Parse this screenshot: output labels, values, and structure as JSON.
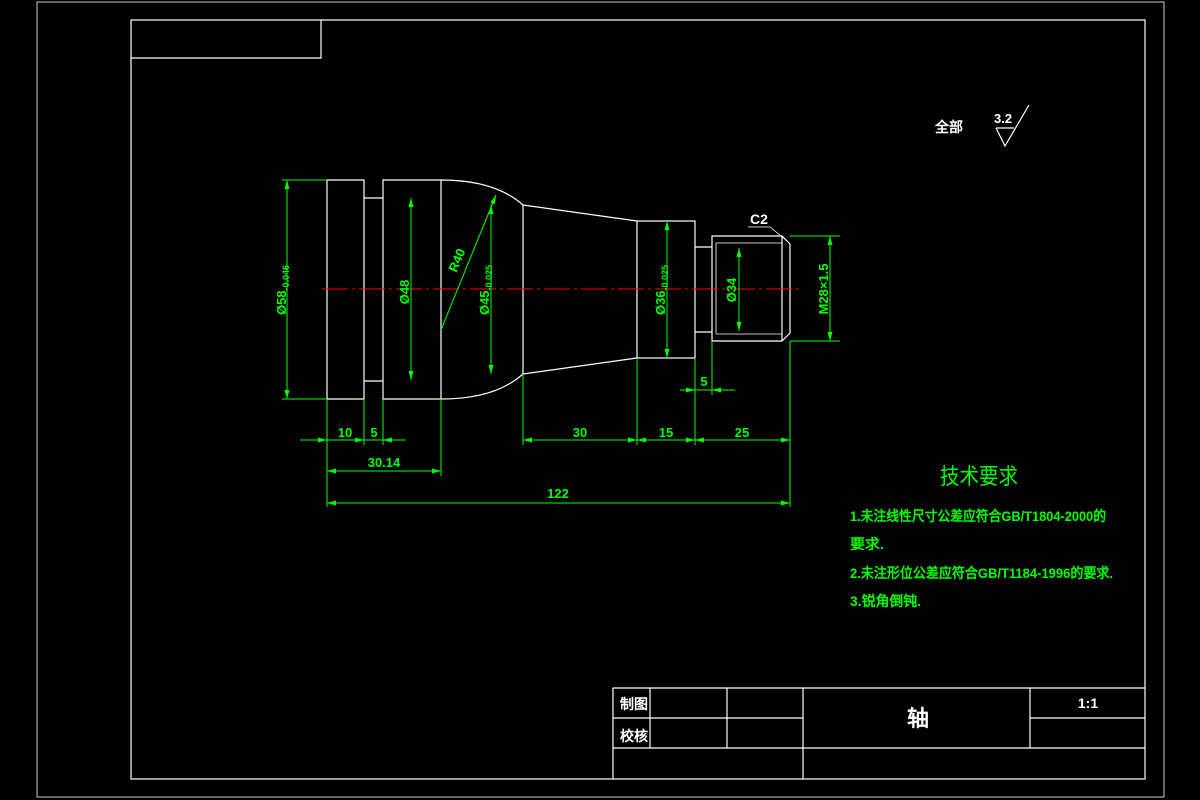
{
  "drawing": {
    "background_color": "#000000",
    "outline_color": "#ffffff",
    "dimension_color": "#00ff00",
    "centerline_color": "#ff0000"
  },
  "surface_roughness": {
    "scope": "全部",
    "value": "3.2"
  },
  "dimensions": {
    "flange_diameter": {
      "nominal": "Ø58",
      "tolerance": "-0.046"
    },
    "groove_diameter": "Ø48",
    "fillet_radius": "R40",
    "taper_large_diameter": {
      "nominal": "Ø45",
      "tolerance": "-0.025"
    },
    "journal_diameter": {
      "nominal": "Ø36",
      "tolerance": "-0.025"
    },
    "neck_diameter": "Ø34",
    "thread_spec": "M28×1.5",
    "chamfer": "C2",
    "lengths": {
      "flange": "10",
      "groove": "5",
      "taper": "30",
      "journal": "15",
      "thread": "25",
      "neck": "5",
      "shoulder_total": "30.14",
      "overall": "122"
    }
  },
  "technical_requirements": {
    "title": "技术要求",
    "lines": [
      "1.未注线性尺寸公差应符合GB/T1804-2000的",
      "要求.",
      "2.未注形位公差应符合GB/T1184-1996的要求.",
      "3.锐角倒钝."
    ]
  },
  "title_block": {
    "drawn_by_label": "制图",
    "checked_by_label": "校核",
    "part_name": "轴",
    "scale": "1:1"
  }
}
